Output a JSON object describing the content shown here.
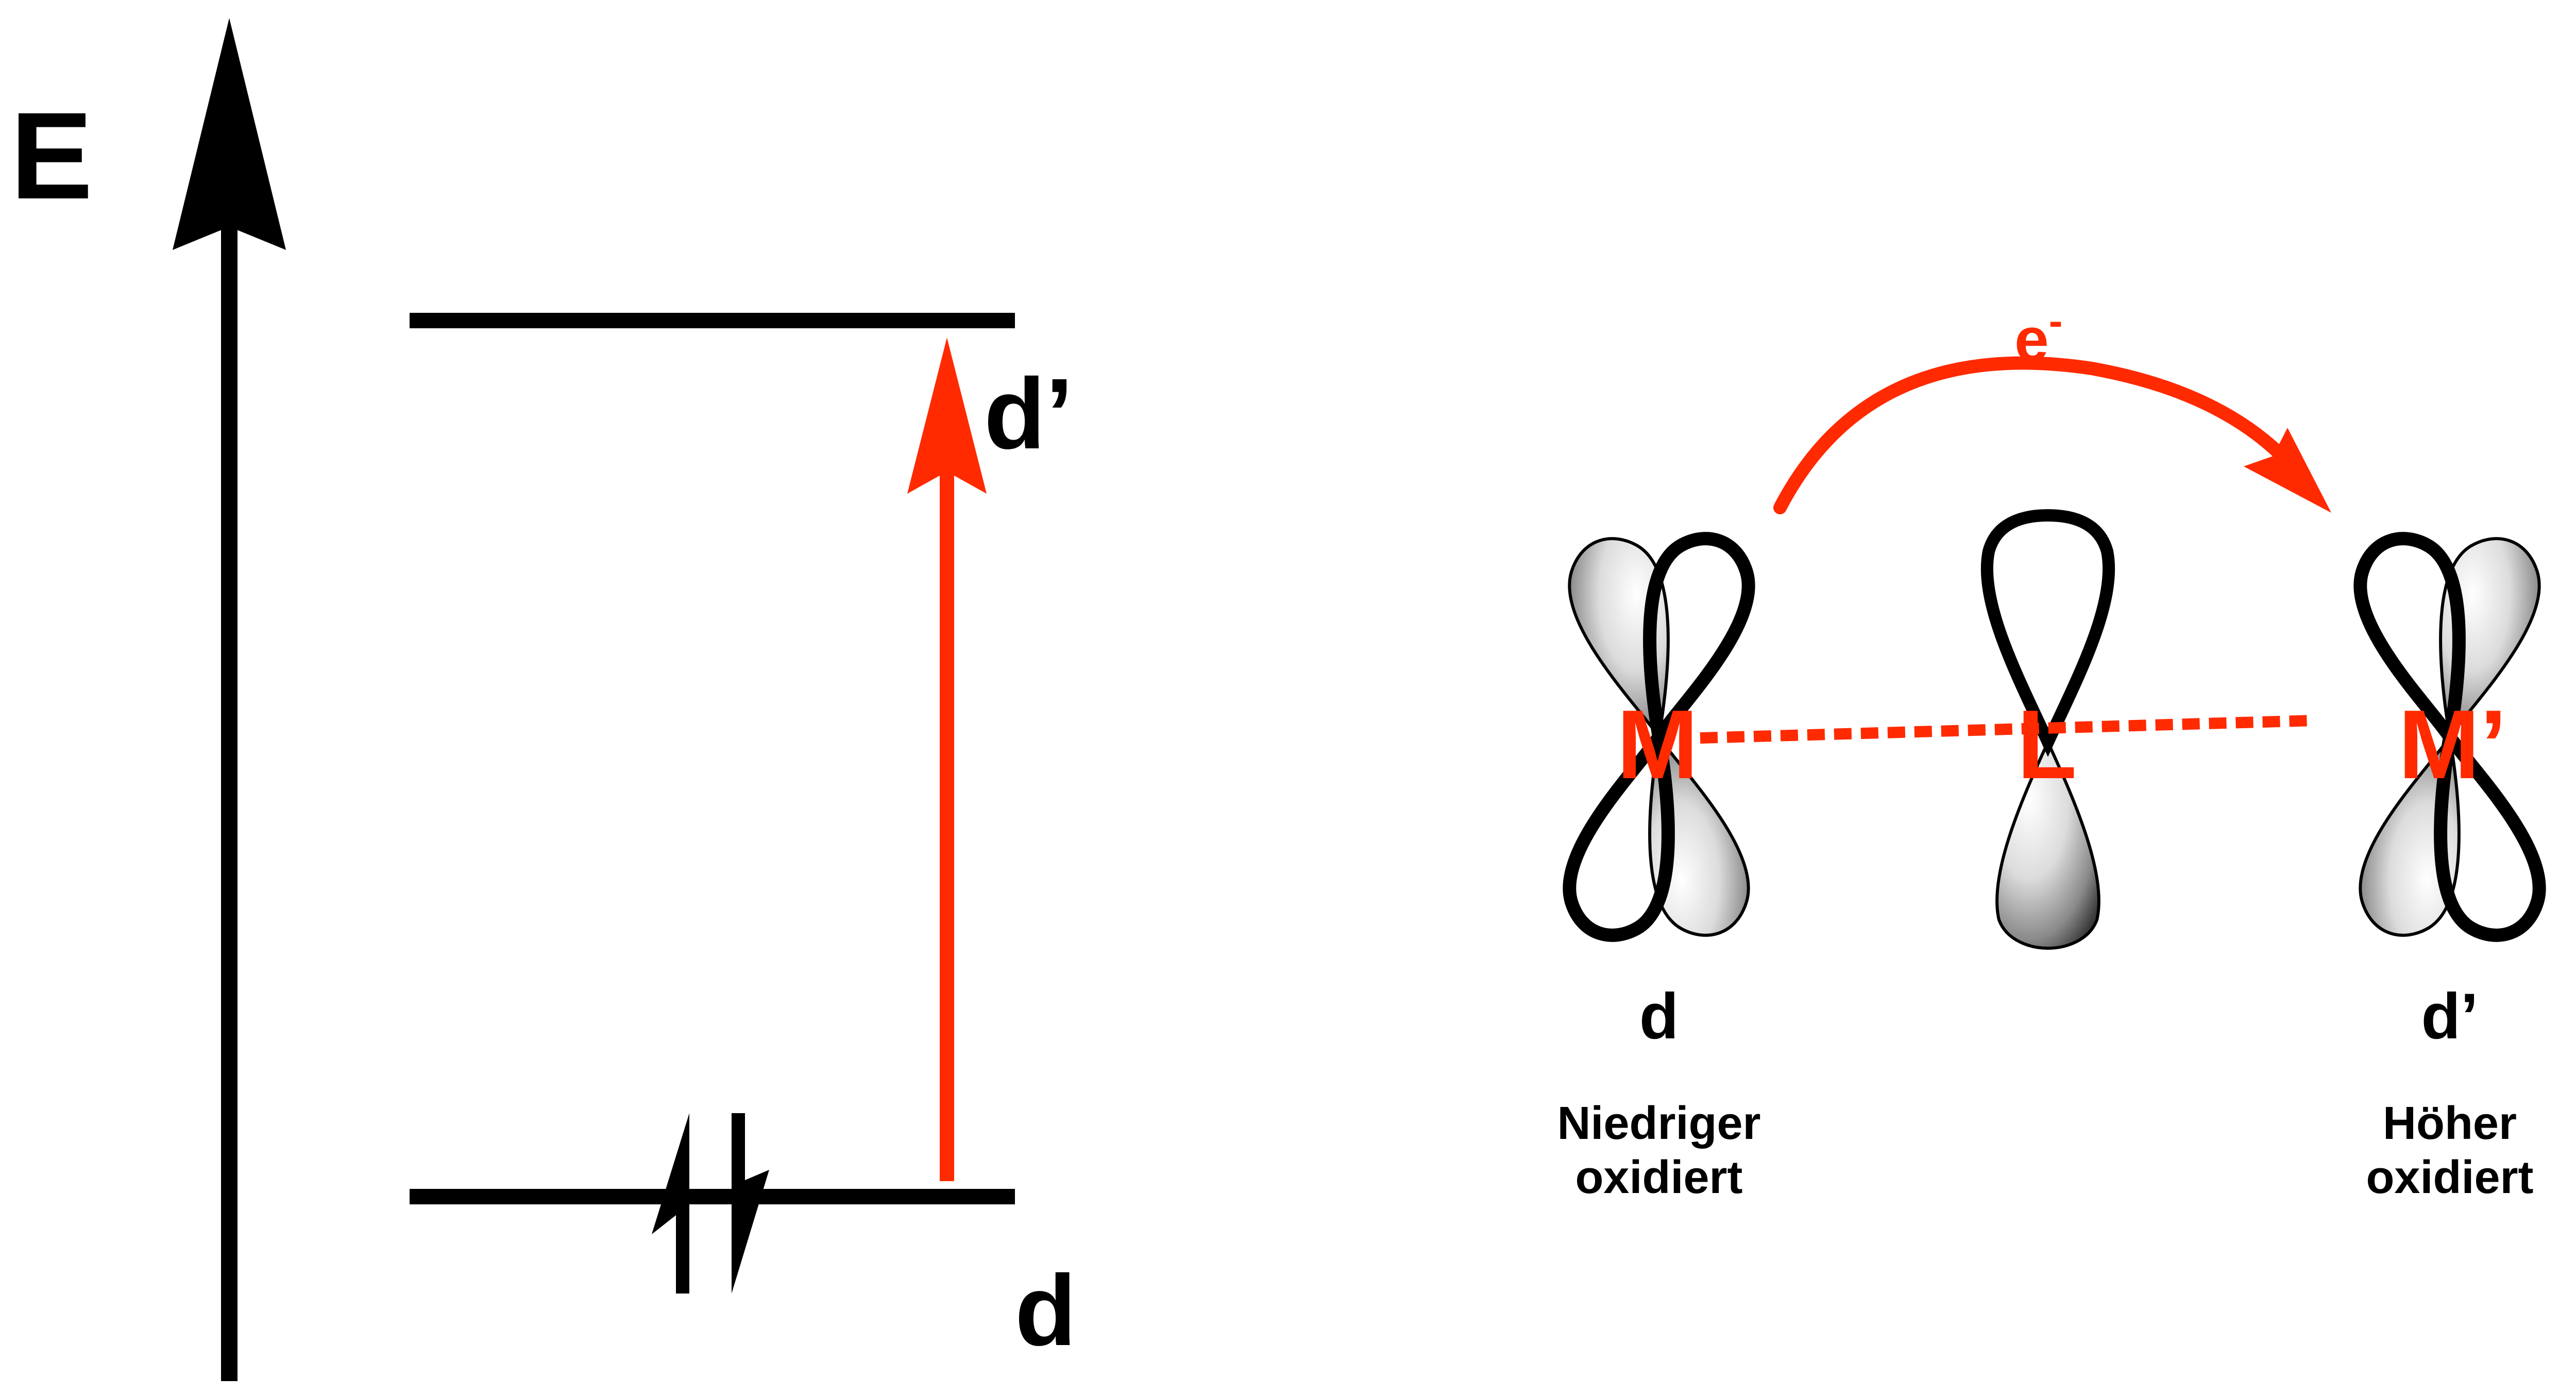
{
  "energy_diagram": {
    "axis_label": "E",
    "upper_level_label": "d’",
    "lower_level_label": "d"
  },
  "orbital_diagram": {
    "electron_label": "e",
    "electron_charge": "-",
    "metal_left_label": "M",
    "ligand_label": "L",
    "metal_right_label": "M’",
    "left_orbital_label": "d",
    "left_caption_line1": "Niedriger",
    "left_caption_line2": "oxidiert",
    "right_orbital_label": "d’",
    "right_caption_line1": "Höher",
    "right_caption_line2": "oxidiert"
  },
  "colors": {
    "ink": "#000000",
    "accent": "#ff2a00"
  }
}
